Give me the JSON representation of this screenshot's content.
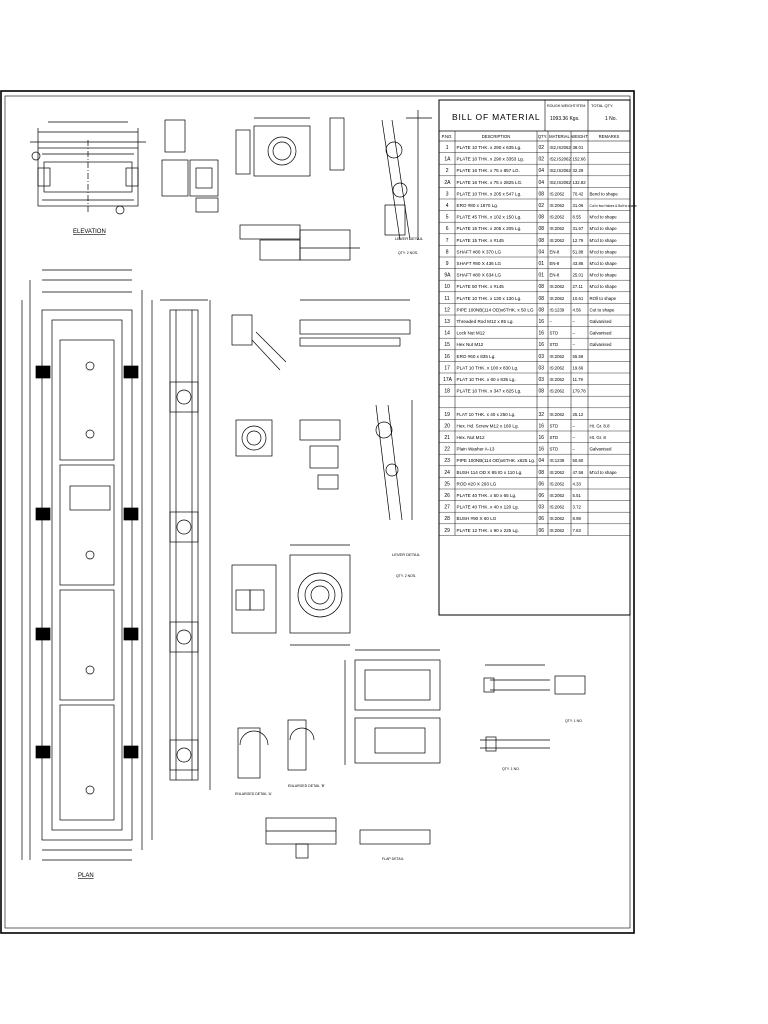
{
  "bom": {
    "title": "BILL OF MATERIAL",
    "rough_weight_label": "ROUGH WEIGHT/ITEM",
    "rough_weight_value": "1093.36 Kgs.",
    "total_qty_label": "TOTAL QTY.",
    "total_qty_value": "1 No.",
    "headers": [
      "P.NO.",
      "DESCRIPTION",
      "QTY.",
      "MATERIAL",
      "WEIGHT",
      "REMARKS"
    ],
    "rows": [
      {
        "pno": "1",
        "desc": "PLATE 10 THK. x 290 x 635 Lg.",
        "qty": "02",
        "mat": "IS2,IS2062",
        "wt": "38.01",
        "rem": ""
      },
      {
        "pno": "1A",
        "desc": "PLATE 10 THK. x 290 x 3353 Lg.",
        "qty": "02",
        "mat": "IS2,IS2062",
        "wt": "152.66",
        "rem": ""
      },
      {
        "pno": "2",
        "desc": "PLATE 16 THK. x 75 x 857 LG.",
        "qty": "04",
        "mat": "IS2,IS2062",
        "wt": "32.29",
        "rem": ""
      },
      {
        "pno": "2A",
        "desc": "PLATE 16 THK. x 75 x 2825 LG.",
        "qty": "04",
        "mat": "IS2,IS2062",
        "wt": "132.82",
        "rem": ""
      },
      {
        "pno": "3",
        "desc": "PLATE 10 THK. x 205 x 547 Lg.",
        "qty": "08",
        "mat": "IS:2062",
        "wt": "70.42",
        "rem": "Bend to shape"
      },
      {
        "pno": "4",
        "desc": "ERO #80 x 1870 Lg.",
        "qty": "02",
        "mat": "IS:2062",
        "wt": "31.06",
        "rem": "Cut in two Halves & Bolt to shape"
      },
      {
        "pno": "5",
        "desc": "PLATE 45 THK. x 102 x 150 Lg.",
        "qty": "08",
        "mat": "IS:2062",
        "wt": "8.55",
        "rem": "M'cd to shape"
      },
      {
        "pno": "6",
        "desc": "PLATE 15 THK. x 205 x 205 Lg.",
        "qty": "08",
        "mat": "IS:2062",
        "wt": "31.67",
        "rem": "M'cd to shape"
      },
      {
        "pno": "7",
        "desc": "PLATE 15 THK. x #145",
        "qty": "08",
        "mat": "IS:2062",
        "wt": "12.79",
        "rem": "M'cd to shape"
      },
      {
        "pno": "8",
        "desc": "SHAFT #80 X 370 LG",
        "qty": "04",
        "mat": "EN-8",
        "wt": "51.88",
        "rem": "M'cd to shape"
      },
      {
        "pno": "9",
        "desc": "SHAFT #80 X 436 LG",
        "qty": "01",
        "mat": "EN-8",
        "wt": "43.86",
        "rem": "M'cd to shape"
      },
      {
        "pno": "9A",
        "desc": "SHAFT #80 X 634 LG",
        "qty": "01",
        "mat": "EN-8",
        "wt": "25.01",
        "rem": "M'cd to shape"
      },
      {
        "pno": "10",
        "desc": "PLATE 50 THK. x #145",
        "qty": "08",
        "mat": "IS:2062",
        "wt": "27.11",
        "rem": "M'cd to shape"
      },
      {
        "pno": "11",
        "desc": "PLATE 10 THK. x 130 x 130 Lg.",
        "qty": "08",
        "mat": "IS:2062",
        "wt": "10.61",
        "rem": "ROll to shape"
      },
      {
        "pno": "12",
        "desc": "PIPE 100NB(114 OD)x6THK. x 50 LG",
        "qty": "08",
        "mat": "IS:1239",
        "wt": "4.56",
        "rem": "Cut to shape"
      },
      {
        "pno": "13",
        "desc": "Threaded Rod M12 x 85 Lg.",
        "qty": "16",
        "mat": "–",
        "wt": "–",
        "rem": "Galvanised"
      },
      {
        "pno": "14",
        "desc": "Lock Nut M12",
        "qty": "16",
        "mat": "STD",
        "wt": "–",
        "rem": "Galvanised"
      },
      {
        "pno": "15",
        "desc": "Hex Nut M12",
        "qty": "16",
        "mat": "STD",
        "wt": "–",
        "rem": "Galvanised"
      },
      {
        "pno": "16",
        "desc": "ERO #60 x 835 Lg.",
        "qty": "03",
        "mat": "IS:2062",
        "wt": "55.59",
        "rem": ""
      },
      {
        "pno": "17",
        "desc": "PLAT 10 THK. x 100 x 830 Lg.",
        "qty": "03",
        "mat": "IS:2062",
        "wt": "19.66",
        "rem": ""
      },
      {
        "pno": "17A",
        "desc": "PLAT 10 THK. x 60 x 835 Lg.",
        "qty": "03",
        "mat": "IS:2062",
        "wt": "11.79",
        "rem": ""
      },
      {
        "pno": "18",
        "desc": "PLATE 10 THK. x 347 x 825 Lg.",
        "qty": "08",
        "mat": "IS:2062",
        "wt": "179.78",
        "rem": ""
      },
      {
        "pno": "",
        "desc": "",
        "qty": "",
        "mat": "",
        "wt": "",
        "rem": ""
      },
      {
        "pno": "19",
        "desc": "FLAT 10 THK. x 40 x 250 Lg.",
        "qty": "32",
        "mat": "IS:2062",
        "wt": "25.12",
        "rem": ""
      },
      {
        "pno": "20",
        "desc": "Hex. Hd. Screw M12 x 160 Lg.",
        "qty": "16",
        "mat": "STD",
        "wt": "–",
        "rem": "Ht. Gr. 8.8"
      },
      {
        "pno": "21",
        "desc": "Hex. Nut M12",
        "qty": "16",
        "mat": "STD",
        "wt": "–",
        "rem": "Ht. Gr. 8"
      },
      {
        "pno": "22",
        "desc": "Plain Washer A-13",
        "qty": "16",
        "mat": "STD",
        "wt": "–",
        "rem": "Galvanised"
      },
      {
        "pno": "23",
        "desc": "PIPE 100NB(114 OD)x6THK. x625 Lg.",
        "qty": "04",
        "mat": "IS:1239",
        "wt": "50.60",
        "rem": ""
      },
      {
        "pno": "24",
        "desc": "BUSH 114 OD X 85 ID x 110 Lg.",
        "qty": "08",
        "mat": "IS:2062",
        "wt": "47.56",
        "rem": "M'cd to shape"
      },
      {
        "pno": "25",
        "desc": "ROD #20 X 293 LG",
        "qty": "06",
        "mat": "IS:2062",
        "wt": "4.33",
        "rem": ""
      },
      {
        "pno": "26",
        "desc": "PLATE 40 THK. x 50 x 65 Lg.",
        "qty": "06",
        "mat": "IS:2062",
        "wt": "5.51",
        "rem": ""
      },
      {
        "pno": "27",
        "desc": "PLATE 40 THK. x 40 x 120 Lg.",
        "qty": "03",
        "mat": "IS:2062",
        "wt": "3.72",
        "rem": ""
      },
      {
        "pno": "28",
        "desc": "BUSH #90 X 60 LG",
        "qty": "06",
        "mat": "IS:2062",
        "wt": "8.98",
        "rem": ""
      },
      {
        "pno": "29",
        "desc": "PLATE 12 THK. x 90 x 225 Lg.",
        "qty": "06",
        "mat": "IS:2062",
        "wt": "7.63",
        "rem": ""
      }
    ]
  },
  "views": {
    "elevation": "ELEVATION",
    "plan": "PLAN",
    "detail_1": "LEVER DETAIL",
    "detail_2": "LEVER DETAIL",
    "section_a": "ENLARGED DETAIL 'A'",
    "section_b": "ENLARGED DETAIL 'B'",
    "flap_detail": "FLAP DETAIL",
    "qty_2nos": "QTY. 2 NOS.",
    "qty_1no": "QTY. 1 NO."
  }
}
